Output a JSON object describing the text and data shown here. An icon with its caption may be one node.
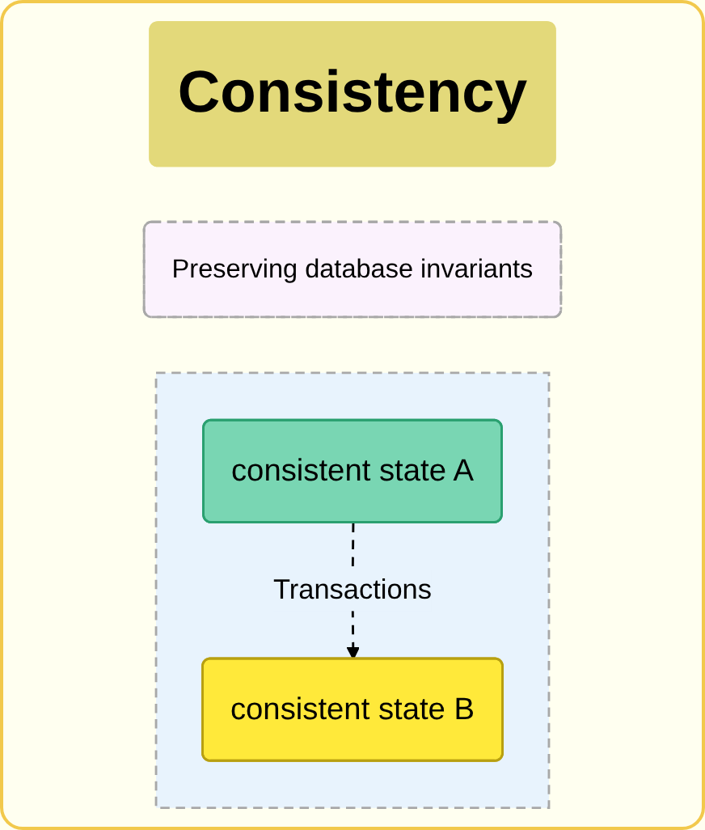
{
  "diagram": {
    "nodes": [
      {
        "text": [
          "Consistency"
        ]
      },
      {
        "text": [
          "Preserving database invariants"
        ]
      },
      {
        "text": [],
        "shape": "box"
      },
      {
        "text": [
          "consistent state A"
        ],
        "in": 2
      },
      {
        "text": [
          "consistent state B"
        ],
        "in": 2
      }
    ],
    "edges": [
      {
        "from": 3,
        "to": 4,
        "arrow": "to",
        "label": "Transactions",
        "style": "dashed"
      }
    ]
  }
}
